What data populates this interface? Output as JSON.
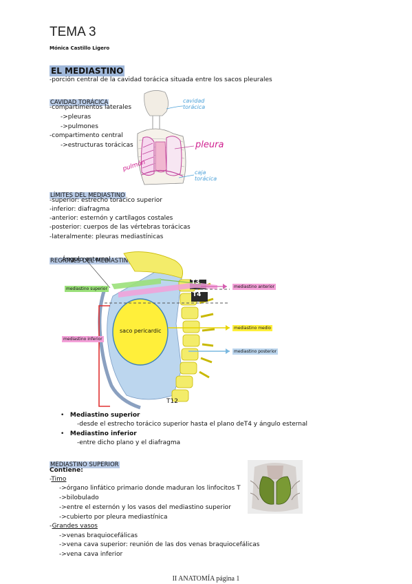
{
  "doc": {
    "title": "TEMA 3",
    "author": "Mónica Castillo Ligero",
    "footer": "II ANATOMÍA página 1"
  },
  "s1": {
    "heading": "EL MEDIASTINO",
    "def": "-porción central de la cavidad torácica situada entre los sacos pleurales"
  },
  "s2": {
    "heading": "CAVIDAD TORÁCICA",
    "lines": [
      "-compartimentos laterales",
      "->pleuras",
      "->pulmones",
      "-compartimento central",
      "->estructuras torácicas"
    ]
  },
  "fig1": {
    "label_cavidad": "cavidad torácica",
    "label_pleura": "pleura",
    "label_pulmon": "pulmón",
    "label_caja": "caja torácica"
  },
  "s3": {
    "heading": "LÍMITES DEL MEDIASTINO",
    "lines": [
      "-superior: estrecho torácico superior",
      "-inferior: diafragma",
      "-anterior: esternón y cartílagos costales",
      "-posterior: cuerpos de las vértebras torácicas",
      "-lateralmente: pleuras mediastínicas"
    ]
  },
  "s4": {
    "heading": "REGIONES DEL MEDIASTINO"
  },
  "fig2": {
    "angulo": "Ángulo esternal",
    "sup": "mediastino superior",
    "ant": "mediastino anterior",
    "medio": "mediastino medio",
    "post": "mediastino posterior",
    "inf": "mediastino inferior",
    "saco": "saco pericardic",
    "t3": "T3",
    "t4": "T4",
    "t12": "T12",
    "colors": {
      "green": "#9be07a",
      "pink": "#f3a0d8",
      "yellow": "#ffef3a",
      "blue": "#bcd6ee",
      "bone": "#f3ec6a"
    }
  },
  "bullets": [
    {
      "title": "Mediastino superior",
      "desc": "-desde el estrecho torácico superior hasta el plano deT4 y ángulo esternal"
    },
    {
      "title": "Mediastino inferior",
      "desc": "-entre dicho plano y el diafragma"
    }
  ],
  "s5": {
    "heading": "MEDIASTINO SUPERIOR",
    "contiene": "Contiene:",
    "timo_prefix": "-",
    "timo": "Timo",
    "timo_lines": [
      "->órgano linfático primario donde maduran los linfocitos T",
      "->bilobulado",
      "->entre el esternón y los vasos del mediastino superior",
      "->cubierto por pleura mediastínica"
    ],
    "gv_prefix": "-",
    "gv": "Grandes vasos",
    "gv_lines": [
      "->venas braquiocefálicas",
      "->vena cava superior: reunión de las dos venas braquiocefálicas",
      "->vena cava inferior"
    ]
  }
}
